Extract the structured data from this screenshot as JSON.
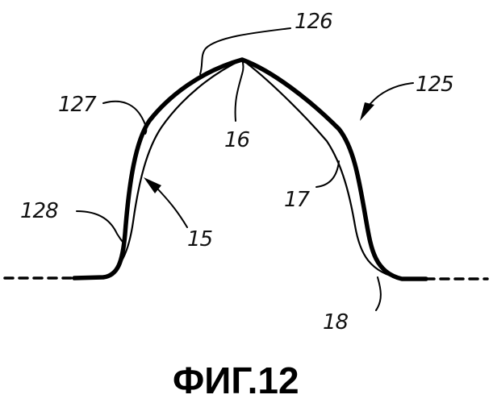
{
  "figure": {
    "caption": "ФИГ.12",
    "labels": {
      "l126": "126",
      "l125": "125",
      "l127": "127",
      "l16": "16",
      "l17": "17",
      "l128": "128",
      "l15": "15",
      "l18": "18"
    }
  }
}
